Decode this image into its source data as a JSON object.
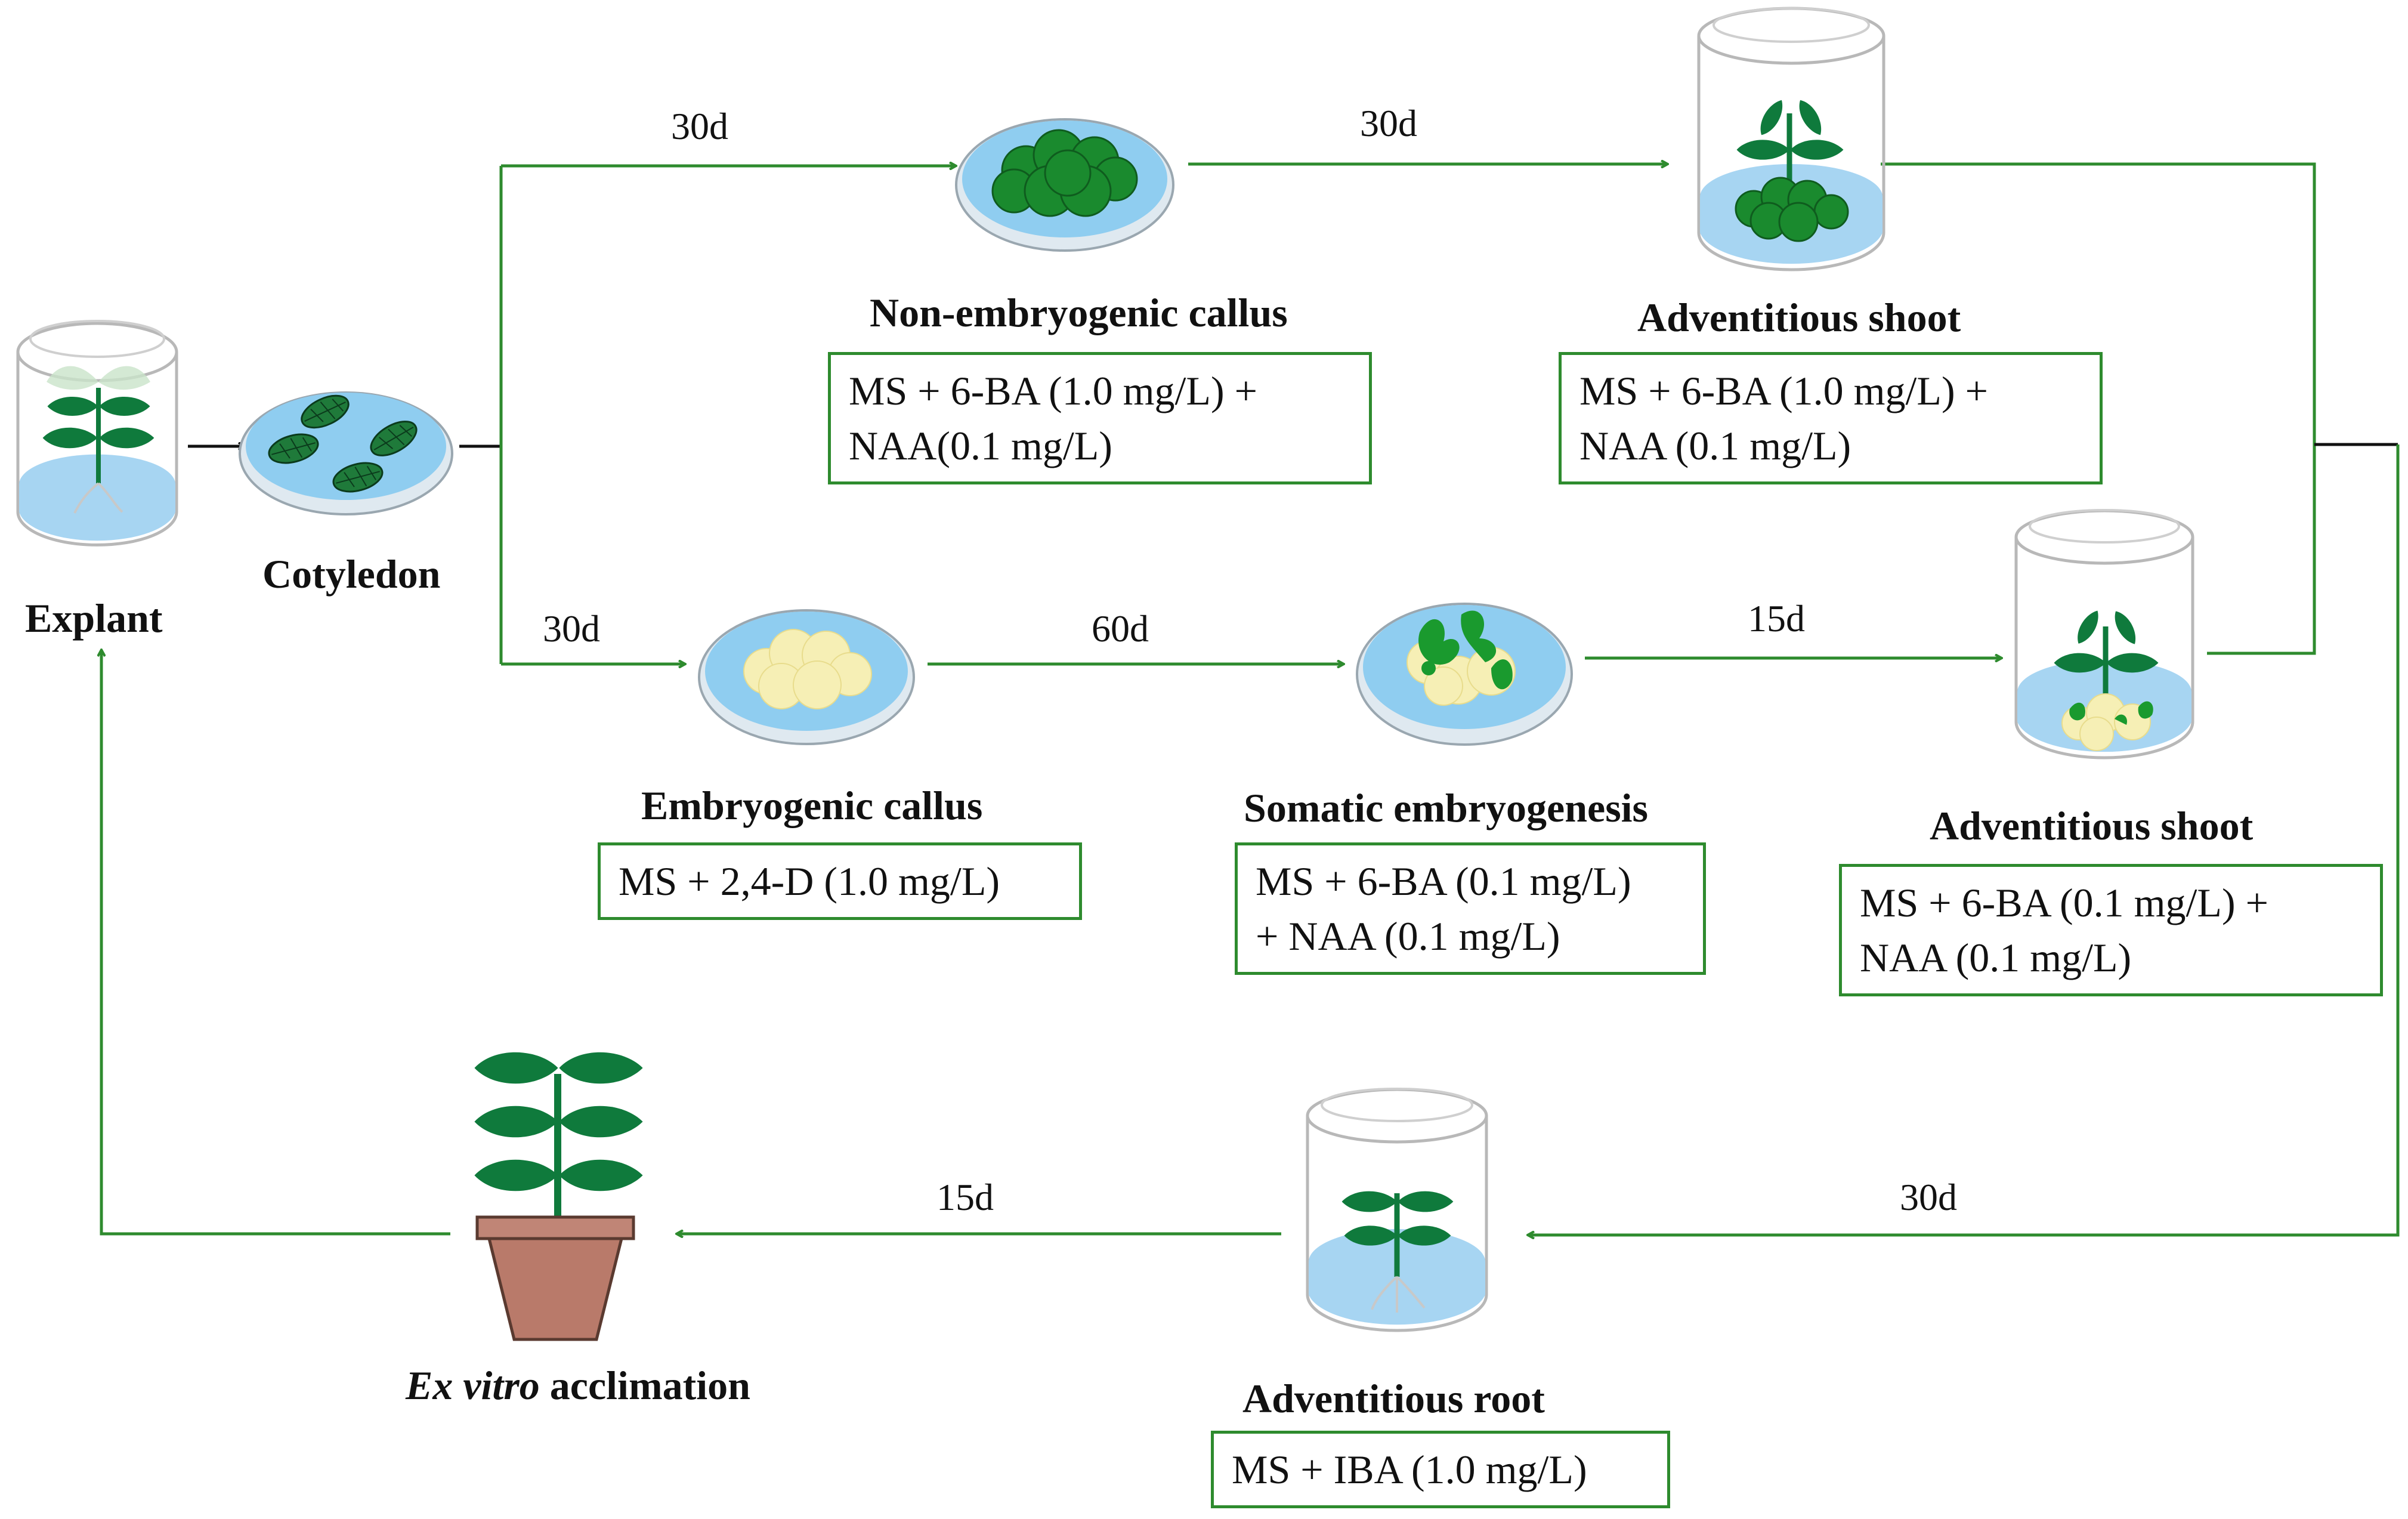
{
  "stages": {
    "explant": "Explant",
    "cotyledon": "Cotyledon",
    "non_embryogenic_callus": "Non-embryogenic callus",
    "adventitious_shoot_1": "Adventitious shoot",
    "embryogenic_callus": "Embryogenic callus",
    "somatic_embryogenesis": "Somatic embryogenesis",
    "adventitious_shoot_2": "Adventitious shoot",
    "adventitious_root": "Adventitious root",
    "acclimation_italic": "Ex vitro",
    "acclimation_rest": " acclimation"
  },
  "media": {
    "non_embryogenic_callus": [
      "MS + 6-BA (1.0 mg/L) +",
      "NAA(0.1 mg/L)"
    ],
    "adventitious_shoot_1": [
      "MS + 6-BA (1.0 mg/L) +",
      "NAA (0.1 mg/L)"
    ],
    "embryogenic_callus": [
      "MS + 2,4-D (1.0 mg/L)"
    ],
    "somatic_embryogenesis": [
      "MS + 6-BA (0.1 mg/L)",
      "+ NAA (0.1 mg/L)"
    ],
    "adventitious_shoot_2": [
      "MS + 6-BA (0.1 mg/L) +",
      "NAA (0.1 mg/L)"
    ],
    "adventitious_root": [
      "MS + IBA (1.0 mg/L)"
    ]
  },
  "durations": {
    "to_non_embryogenic": "30d",
    "to_shoot_1": "30d",
    "to_embryogenic": "30d",
    "to_somatic": "60d",
    "to_shoot_2": "15d",
    "to_root": "30d",
    "to_acclimation": "15d"
  },
  "colors": {
    "arrow_green": "#2e8b2e",
    "box_border": "#2e8b2e",
    "leaf_green": "#0f7a3c",
    "medium_blue": "#9fd0ef",
    "callus_green": "#1f8f2f",
    "embryogenic_cream": "#f6efb5",
    "pot_brown": "#b97a6a"
  }
}
